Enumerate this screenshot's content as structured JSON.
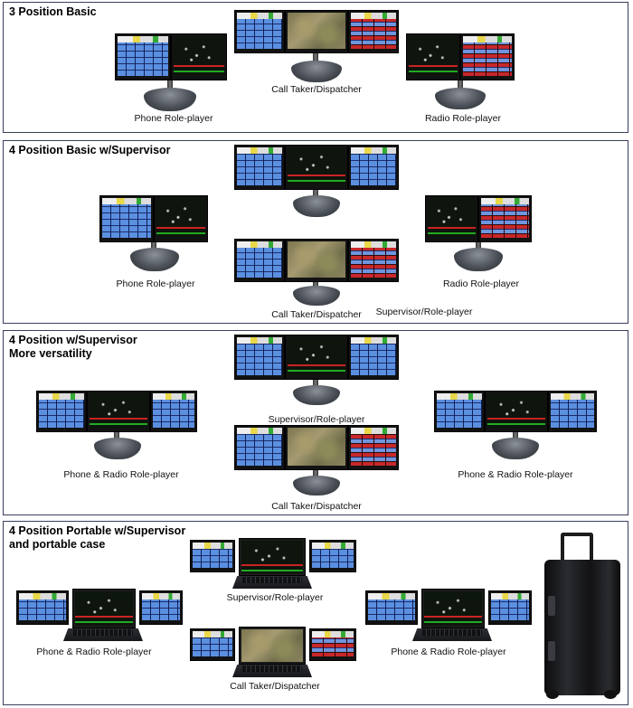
{
  "panels": [
    {
      "title": "3 Position Basic",
      "labels": [
        "Phone Role-player",
        "Call Taker/Dispatcher",
        "Radio Role-player"
      ]
    },
    {
      "title": "4 Position Basic w/Supervisor",
      "labels": [
        "Phone Role-player",
        "Call Taker/Dispatcher",
        "Supervisor/Role-player",
        "Radio Role-player"
      ]
    },
    {
      "title": "4 Position w/Supervisor\nMore versatility",
      "labels": [
        "Phone & Radio Role-player",
        "Supervisor/Role-player",
        "Call Taker/Dispatcher",
        "Phone & Radio Role-player"
      ]
    },
    {
      "title": "4 Position Portable w/Supervisor\nand portable case",
      "labels": [
        "Phone & Radio Role-player",
        "Supervisor/Role-player",
        "Call Taker/Dispatcher",
        "Phone & Radio Role-player"
      ]
    }
  ]
}
